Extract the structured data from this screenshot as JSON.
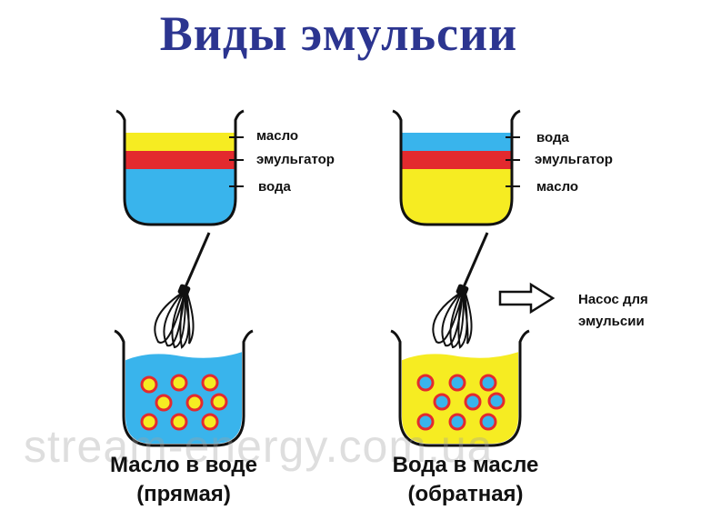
{
  "title": "Виды эмульсии",
  "left_top_labels": [
    "масло",
    "эмульгатор",
    "вода"
  ],
  "right_top_labels": [
    "вода",
    "эмульгатор",
    "масло"
  ],
  "pump_label": [
    "Насос для",
    "эмульсии"
  ],
  "left_caption": [
    "Масло в воде",
    "(прямая)"
  ],
  "right_caption": [
    "Вода в масле",
    "(обратная)"
  ],
  "watermark": "stream-energy.com.ua",
  "colors": {
    "title": "#2c3590",
    "oil": "#f6ec22",
    "water": "#39b4ec",
    "emulsifier": "#e32a2e",
    "droplet_border": "#e32a2e"
  },
  "icons": [
    "whisk-icon",
    "arrow-right-icon",
    "beaker-icon"
  ]
}
